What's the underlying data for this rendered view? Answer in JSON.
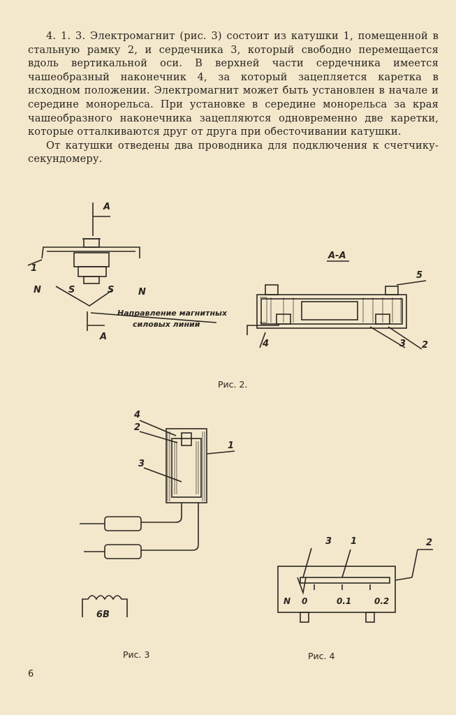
{
  "paragraphs": [
    "4. 1. 3. Электромагнит (рис. 3) состоит из катушки 1, помещенной в стальную рамку 2, и сердечника 3, который свободно перемещается вдоль вертикальной оси. В верхней части сердечника имеется чашеобразный наконечник 4, за который зацепляется каретка в исходном положении. Электромагнит может быть установлен в начале и середине монорельса. При установке в середине монорельса за края чашеобразного наконечника зацепляются одновременно две каретки, которые отталкиваются друг от друга при обесточивании катушки.",
    "От катушки отведены два проводника для подключения к счетчику-секундомеру."
  ],
  "fig2": {
    "caption": "Рис. 2.",
    "section_mark": "А",
    "section_title": "А-А",
    "pole_n": "N",
    "pole_s": "S",
    "field_label_line1": "Направление магнитных",
    "field_label_line2": "силовых линий",
    "left_callouts": [
      "1"
    ],
    "right_callouts": [
      "5",
      "4",
      "3",
      "2"
    ]
  },
  "fig3": {
    "caption": "Рис. 3",
    "callouts": [
      "4",
      "2",
      "3",
      "1"
    ],
    "voltage": "6В"
  },
  "fig4": {
    "caption": "Рис. 4",
    "callouts": [
      "3",
      "1",
      "2"
    ],
    "scale_labels": [
      "N",
      "0",
      "0.1",
      "0.2"
    ]
  },
  "page_number": "6",
  "colors": {
    "paper": "#f3e8cc",
    "ink": "#2a2520"
  }
}
